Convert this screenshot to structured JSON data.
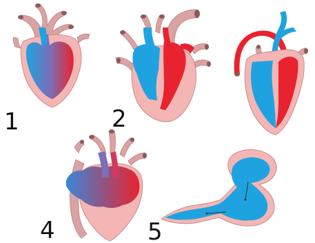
{
  "labels": {
    "heart_1": "1",
    "heart_2": "2",
    "heart_4": "4",
    "heart_5": "5"
  },
  "colors": {
    "tissue": "#f4b6b4",
    "tissue_outline": "#c98a8a",
    "vessel": "#d9a3a3",
    "vessel_dark": "#8a5a5a",
    "blood_oxygen_poor": "#1fa3e0",
    "blood_oxygen_rich": "#e8232f",
    "label_text": "#111111"
  }
}
